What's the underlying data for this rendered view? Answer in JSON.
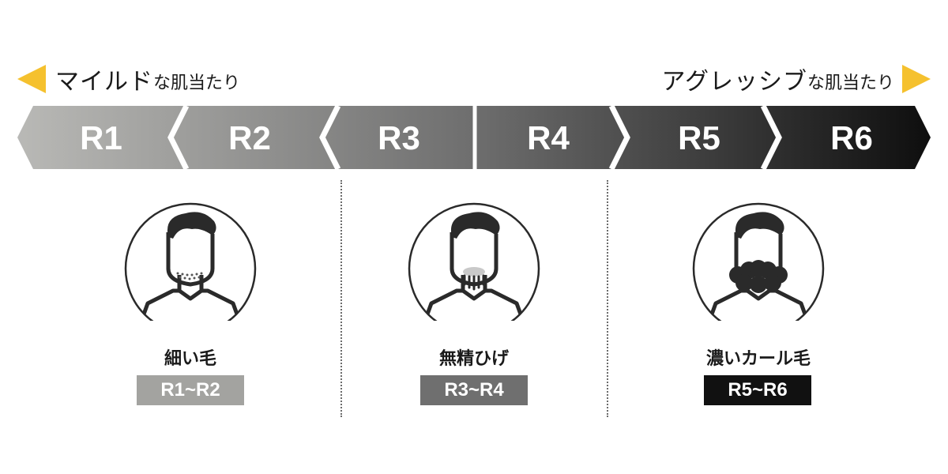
{
  "labels": {
    "left_main": "マイルド",
    "left_suffix": "な肌当たり",
    "right_main": "アグレッシブ",
    "right_suffix": "な肌当たり"
  },
  "segments": [
    "R1",
    "R2",
    "R3",
    "R4",
    "R5",
    "R6"
  ],
  "categories": [
    {
      "caption": "細い毛",
      "range": "R1~R2",
      "tag_bg": "#a3a3a0",
      "tag_fg": "#ffffff"
    },
    {
      "caption": "無精ひげ",
      "range": "R3~R4",
      "tag_bg": "#6f6f6f",
      "tag_fg": "#ffffff"
    },
    {
      "caption": "濃いカール毛",
      "range": "R5~R6",
      "tag_bg": "#111111",
      "tag_fg": "#ffffff"
    }
  ],
  "colors": {
    "accent_arrow": "#f5c12e",
    "gradient_start": "#b9b9b6",
    "gradient_end": "#0e0e0e"
  }
}
